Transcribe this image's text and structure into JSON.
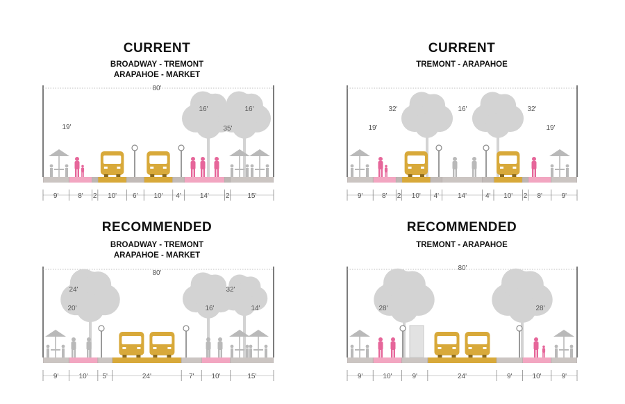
{
  "colors": {
    "tree": "#d3d3d3",
    "people": "#b9b9b9",
    "pink": "#e6669a",
    "gold": "#d8a93a",
    "ground": "#b7b0ae",
    "sidewalk": "#cbc5c2",
    "pinkStrip": "#f2a6c1",
    "goldStrip": "#d8a93a",
    "line": "#444444"
  },
  "panels": [
    {
      "title": "CURRENT",
      "subtitle": [
        "BROADWAY - TREMONT",
        "ARAPAHOE - MARKET"
      ],
      "overall": "80'",
      "heights": [
        {
          "label": "19'",
          "side": "left"
        },
        {
          "label": "16'",
          "side": "mid"
        },
        {
          "label": "16'",
          "side": "right"
        },
        {
          "label": "35'",
          "side": "center"
        }
      ],
      "widths": [
        {
          "label": "9'",
          "ft": 9,
          "type": "side"
        },
        {
          "label": "8'",
          "ft": 8,
          "type": "pink"
        },
        {
          "label": "2",
          "ft": 2,
          "type": "buffer"
        },
        {
          "label": "10'",
          "ft": 10,
          "type": "gold"
        },
        {
          "label": "6'",
          "ft": 6,
          "type": "median"
        },
        {
          "label": "10'",
          "ft": 10,
          "type": "gold"
        },
        {
          "label": "4'",
          "ft": 4,
          "type": "median"
        },
        {
          "label": "14'",
          "ft": 14,
          "type": "pink"
        },
        {
          "label": "2",
          "ft": 2,
          "type": "buffer"
        },
        {
          "label": "15'",
          "ft": 15,
          "type": "side"
        }
      ]
    },
    {
      "title": "CURRENT",
      "subtitle": [
        "TREMONT - ARAPAHOE"
      ],
      "overall": "",
      "heights": [
        {
          "label": "32'",
          "side": "left"
        },
        {
          "label": "16'",
          "side": "center"
        },
        {
          "label": "32'",
          "side": "right"
        },
        {
          "label": "19'",
          "side": "left-low"
        },
        {
          "label": "19'",
          "side": "right-low"
        }
      ],
      "widths": [
        {
          "label": "9'",
          "ft": 9,
          "type": "side"
        },
        {
          "label": "8'",
          "ft": 8,
          "type": "pink"
        },
        {
          "label": "2",
          "ft": 2,
          "type": "buffer"
        },
        {
          "label": "10'",
          "ft": 10,
          "type": "gold"
        },
        {
          "label": "4'",
          "ft": 4,
          "type": "median"
        },
        {
          "label": "14'",
          "ft": 14,
          "type": "side"
        },
        {
          "label": "4'",
          "ft": 4,
          "type": "median"
        },
        {
          "label": "10'",
          "ft": 10,
          "type": "gold"
        },
        {
          "label": "2",
          "ft": 2,
          "type": "buffer"
        },
        {
          "label": "8'",
          "ft": 8,
          "type": "pink"
        },
        {
          "label": "9'",
          "ft": 9,
          "type": "side"
        }
      ]
    },
    {
      "title": "RECOMMENDED",
      "subtitle": [
        "BROADWAY - TREMONT",
        "ARAPAHOE - MARKET"
      ],
      "overall": "80'",
      "heights": [
        {
          "label": "24'",
          "side": "left"
        },
        {
          "label": "20'",
          "side": "left-low"
        },
        {
          "label": "32'",
          "side": "right"
        },
        {
          "label": "16'",
          "side": "mid"
        },
        {
          "label": "14'",
          "side": "right-low"
        }
      ],
      "widths": [
        {
          "label": "9'",
          "ft": 9,
          "type": "side"
        },
        {
          "label": "10'",
          "ft": 10,
          "type": "pink"
        },
        {
          "label": "5'",
          "ft": 5,
          "type": "side"
        },
        {
          "label": "24'",
          "ft": 24,
          "type": "gold"
        },
        {
          "label": "7'",
          "ft": 7,
          "type": "side"
        },
        {
          "label": "10'",
          "ft": 10,
          "type": "pink"
        },
        {
          "label": "15'",
          "ft": 15,
          "type": "side"
        }
      ]
    },
    {
      "title": "RECOMMENDED",
      "subtitle": [
        "TREMONT - ARAPAHOE"
      ],
      "overall": "80'",
      "heights": [
        {
          "label": "28'",
          "side": "left"
        },
        {
          "label": "28'",
          "side": "right"
        }
      ],
      "widths": [
        {
          "label": "9'",
          "ft": 9,
          "type": "side"
        },
        {
          "label": "10'",
          "ft": 10,
          "type": "pink"
        },
        {
          "label": "9'",
          "ft": 9,
          "type": "side"
        },
        {
          "label": "24'",
          "ft": 24,
          "type": "gold"
        },
        {
          "label": "9'",
          "ft": 9,
          "type": "side"
        },
        {
          "label": "10'",
          "ft": 10,
          "type": "pink"
        },
        {
          "label": "9'",
          "ft": 9,
          "type": "side"
        }
      ]
    }
  ]
}
